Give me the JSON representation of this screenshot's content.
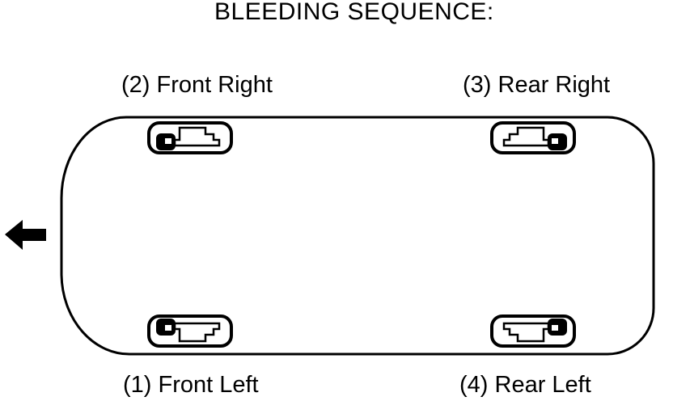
{
  "title": "BLEEDING SEQUENCE:",
  "labels": {
    "front_right": "(2) Front Right",
    "rear_right": "(3) Rear Right",
    "front_left": "(1) Front Left",
    "rear_left": "(4) Rear Left"
  },
  "sequence": [
    {
      "step": 1,
      "wheel": "Front Left"
    },
    {
      "step": 2,
      "wheel": "Front Right"
    },
    {
      "step": 3,
      "wheel": "Rear Right"
    },
    {
      "step": 4,
      "wheel": "Rear Left"
    }
  ],
  "icons": {
    "direction_arrow": "left-arrow-front-of-vehicle",
    "car_body": "car-top-view-outline",
    "wheel": "brake-caliper-in-wheel-well"
  },
  "colors": {
    "line": "#000000",
    "background": "#ffffff"
  }
}
